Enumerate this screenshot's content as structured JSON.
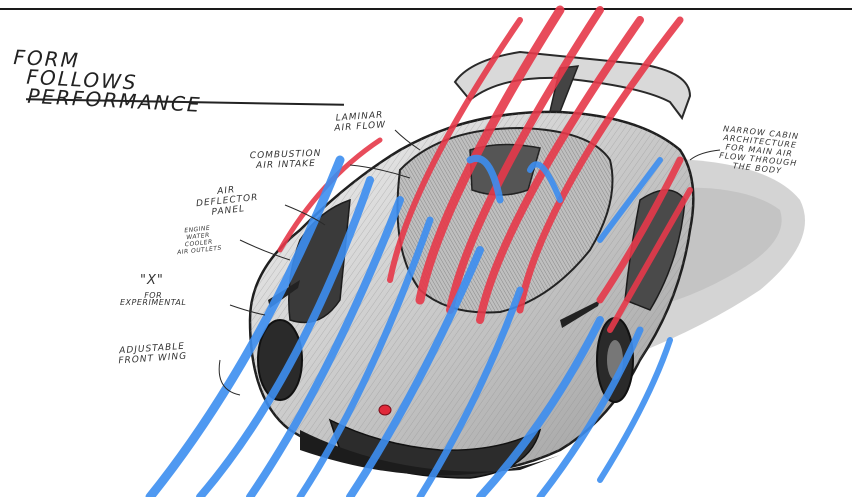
{
  "title": {
    "line1": "FORM",
    "line2": "FOLLOWS",
    "line3": "PERFORMANCE"
  },
  "annotations": {
    "laminar": "LAMINAR\nAIR FLOW",
    "combustion": "COMBUSTION\nAIR INTAKE",
    "air_deflector": "AIR\nDEFLECTOR\nPANEL",
    "engine_water": "ENGINE\nWATER\nCOOLER\nAIR OUTLETS",
    "x_mark": "\"X\"",
    "experimental": "FOR\nEXPERIMENTAL",
    "adjustable": "ADJUSTABLE\nFRONT WING",
    "narrow_cabin": "NARROW CABIN\nARCHITECTURE\nFOR MAIN AIR\nFLOW THROUGH\nTHE BODY"
  },
  "colors": {
    "ink": "#2a2a2a",
    "cold_air": "#3d8ef0",
    "hot_air": "#e6394a",
    "shadow": "#c9c9c9",
    "tail_light": "#e0293a"
  }
}
